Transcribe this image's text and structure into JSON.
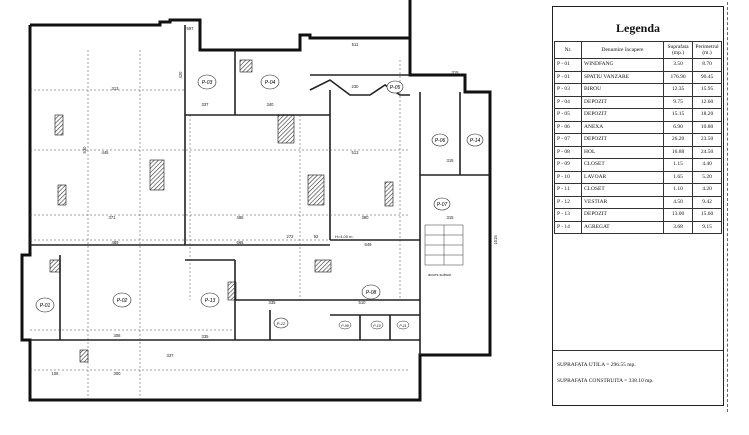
{
  "legend": {
    "title": "Legenda",
    "headers": {
      "nr": "Nr.",
      "name": "Denumire încapere",
      "area": "Suprafata (mp.)",
      "perimeter": "Perimetrul (m.)"
    },
    "rows": [
      {
        "nr": "P - 01",
        "name": "WINDFANG",
        "area": "3.50",
        "perimeter": "8.70"
      },
      {
        "nr": "P - 01",
        "name": "SPATIU VANZARE",
        "area": "176.90",
        "perimeter": "90.45"
      },
      {
        "nr": "P - 03",
        "name": "BIROU",
        "area": "12.35",
        "perimeter": "15.95"
      },
      {
        "nr": "P - 04",
        "name": "DEPOZIT",
        "area": "9.75",
        "perimeter": "12.60"
      },
      {
        "nr": "P - 05",
        "name": "DEPOZIT",
        "area": "15.15",
        "perimeter": "18.20"
      },
      {
        "nr": "P - 06",
        "name": "ANEXA",
        "area": "6.90",
        "perimeter": "10.80"
      },
      {
        "nr": "P - 07",
        "name": "DEPOZIT",
        "area": "26.20",
        "perimeter": "23.50"
      },
      {
        "nr": "P - 08",
        "name": "HOL",
        "area": "16.88",
        "perimeter": "24.50"
      },
      {
        "nr": "P - 09",
        "name": "CLOSET",
        "area": "1.15",
        "perimeter": "4.40"
      },
      {
        "nr": "P - 10",
        "name": "LAVOAR",
        "area": "1.65",
        "perimeter": "5.20"
      },
      {
        "nr": "P - 11",
        "name": "CLOSET",
        "area": "1.10",
        "perimeter": "4.20"
      },
      {
        "nr": "P - 12",
        "name": "VESTIAR",
        "area": "4.50",
        "perimeter": "9.42"
      },
      {
        "nr": "P - 13",
        "name": "DEPOZIT",
        "area": "13.00",
        "perimeter": "15.60"
      },
      {
        "nr": "P - 14",
        "name": "AGREGAT",
        "area": "3.68",
        "perimeter": "9.15"
      }
    ],
    "suprafata_utila": "SUPRAFATA UTILA = 296.55 mp.",
    "suprafata_construita": "SUPRAFATA CONSTRUITA = 338.10 mp."
  },
  "plan": {
    "room_labels": [
      "P-01",
      "P-02",
      "P-03",
      "P-04",
      "P-05",
      "P-06",
      "P-07",
      "P-08",
      "P-09",
      "P-10",
      "P-11",
      "P-12",
      "P-13",
      "P-14"
    ],
    "dimensions": [
      "511",
      "315",
      "597",
      "313",
      "337",
      "340",
      "230",
      "513",
      "445",
      "315",
      "371",
      "495",
      "380",
      "315",
      "489",
      "665",
      "272",
      "92",
      "649",
      "335",
      "510",
      "308",
      "337",
      "335",
      "300",
      "106",
      "420",
      "530",
      "1515"
    ],
    "annotations": [
      "H=4.00 m.",
      "acces subsol"
    ]
  }
}
